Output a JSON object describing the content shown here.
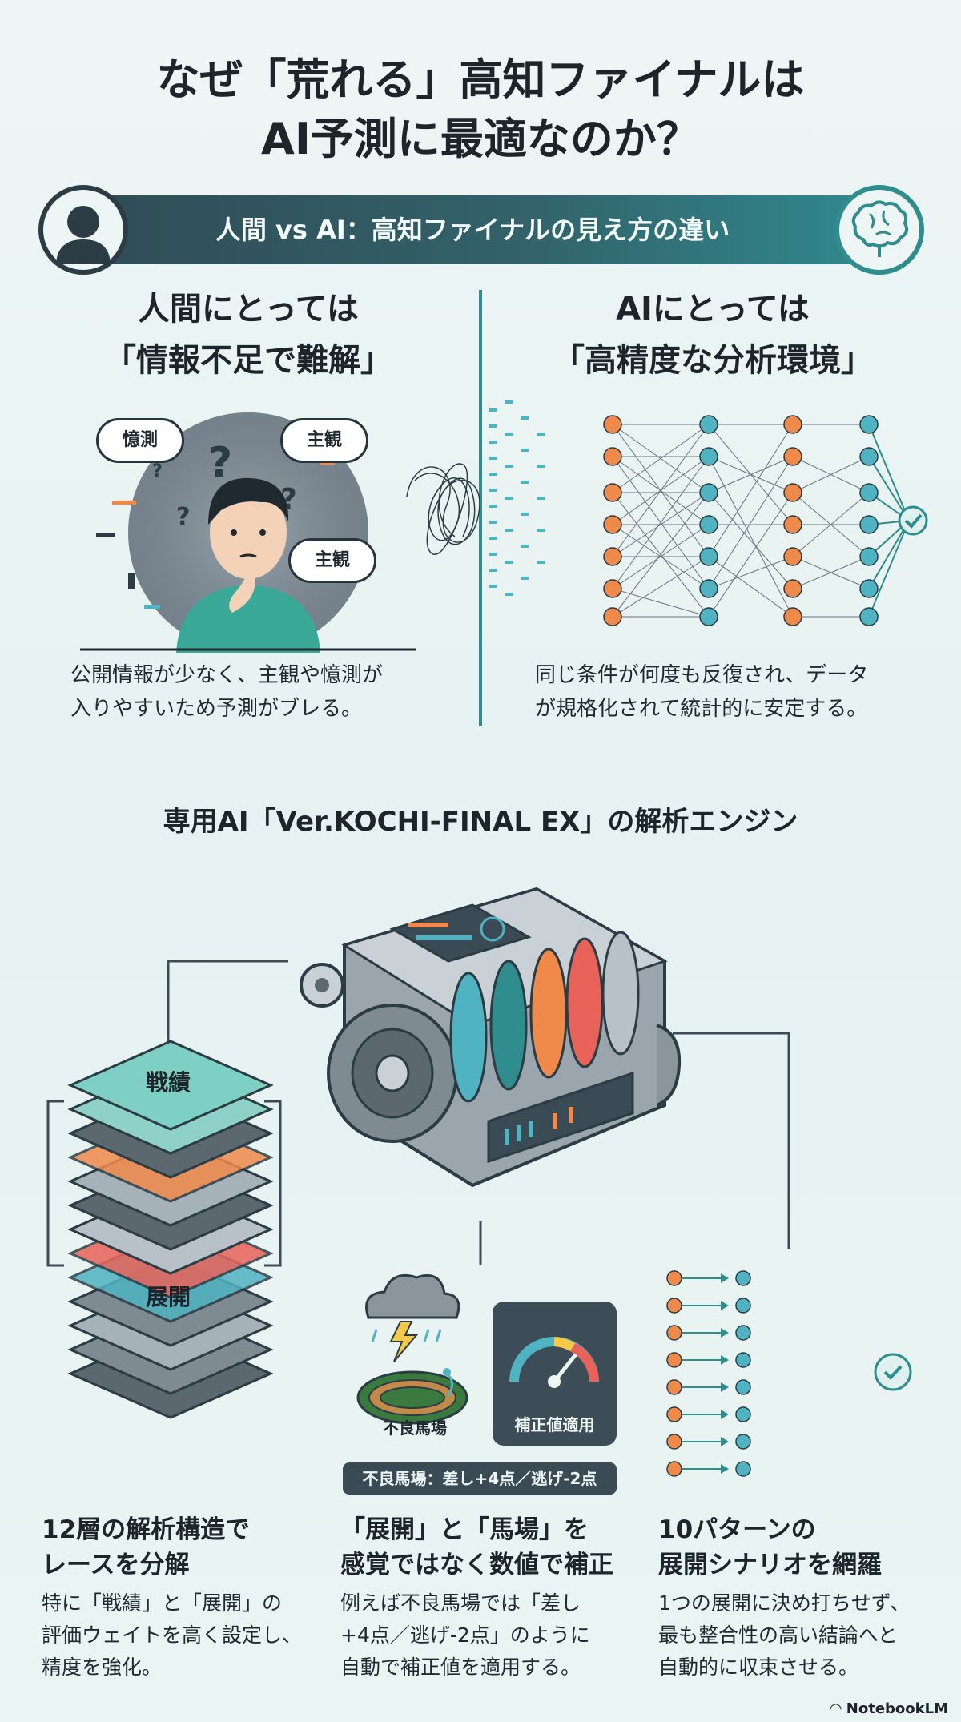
{
  "title": {
    "line1": "なぜ「荒れる」高知ファイナルは",
    "line2": "AI予測に最適なのか？"
  },
  "banner": {
    "text": "人間 vs AI：高知ファイナルの見え方の違い",
    "left_icon": "person-icon",
    "right_icon": "brain-icon"
  },
  "human": {
    "heading_line1": "人間にとっては",
    "heading_line2": "「情報不足で難解」",
    "bubbles": [
      "憶測",
      "主観",
      "主観"
    ],
    "desc_line1": "公開情報が少なく、主観や憶測が",
    "desc_line2": "入りやすいため予測がブレる。"
  },
  "ai": {
    "heading_line1": "AIにとっては",
    "heading_line2": "「高精度な分析環境」",
    "desc_line1": "同じ条件が何度も反復され、データ",
    "desc_line2": "が規格化されて統計的に安定する。"
  },
  "engine": {
    "title": "専用AI「Ver.KOCHI-FINAL EX」の解析エンジン"
  },
  "layers": {
    "top_label": "戦績",
    "mid_label": "展開"
  },
  "condition": {
    "track_label": "不良馬場",
    "gauge_label": "補正値適用",
    "formula": "不良馬場：差し+4点／逃げ-2点"
  },
  "features": [
    {
      "head_line1": "12層の解析構造で",
      "head_line2": "レースを分解",
      "desc_line1": "特に「戦績」と「展開」の",
      "desc_line2": "評価ウェイトを高く設定し、",
      "desc_line3": "精度を強化。"
    },
    {
      "head_line1": "「展開」と「馬場」を",
      "head_line2": "感覚ではなく数値で補正",
      "desc_line1": "例えば不良馬場では「差し",
      "desc_line2": "+4点／逃げ-2点」のように",
      "desc_line3": "自動で補正値を適用する。"
    },
    {
      "head_line1": "10パターンの",
      "head_line2": "展開シナリオを網羅",
      "desc_line1": "1つの展開に決め打ちせず、",
      "desc_line2": "最も整合性の高い結論へと",
      "desc_line3": "自動的に収束させる。"
    }
  ],
  "footer": "NotebookLM",
  "colors": {
    "teal": "#2f8d8e",
    "orange": "#f08a4b",
    "slate": "#3a4b55"
  }
}
